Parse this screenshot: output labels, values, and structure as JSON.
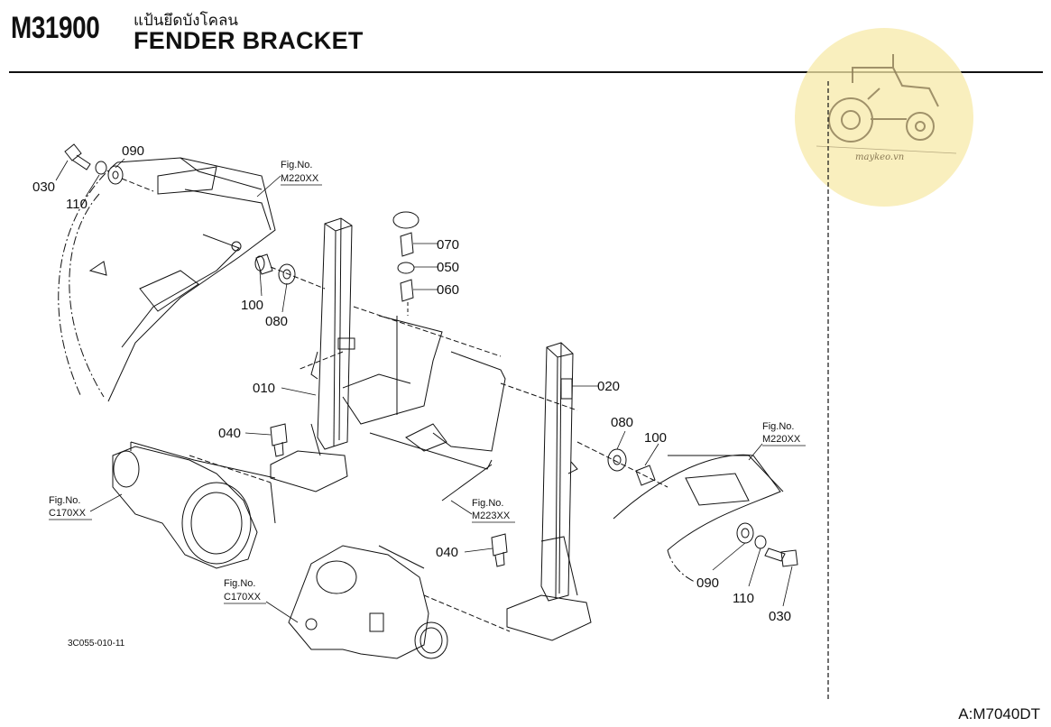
{
  "header": {
    "code": "M31900",
    "title_thai": "แป้นยึดบังโคลน",
    "title_en": "FENDER BRACKET"
  },
  "watermark": {
    "text": "maykeo.vn",
    "color": "#f7eaa8",
    "icon": "tractor-icon"
  },
  "callouts": {
    "c030_left": "030",
    "c090_left": "090",
    "c110_left": "110",
    "c100_left": "100",
    "c080_left": "080",
    "c070": "070",
    "c050": "050",
    "c060": "060",
    "c010": "010",
    "c020": "020",
    "c040_left": "040",
    "c040_mid": "040",
    "c080_right": "080",
    "c100_right": "100",
    "c090_right": "090",
    "c110_right": "110",
    "c030_right": "030"
  },
  "fig_refs": {
    "fig_label": "Fig.No.",
    "fender_top": "M220XX",
    "fender_right": "M220XX",
    "axle_left": "C170XX",
    "axle_bottom": "C170XX",
    "center": "M223XX"
  },
  "footer": {
    "drawing_no": "3C055-010-11",
    "model_code": "A:M7040DT"
  }
}
